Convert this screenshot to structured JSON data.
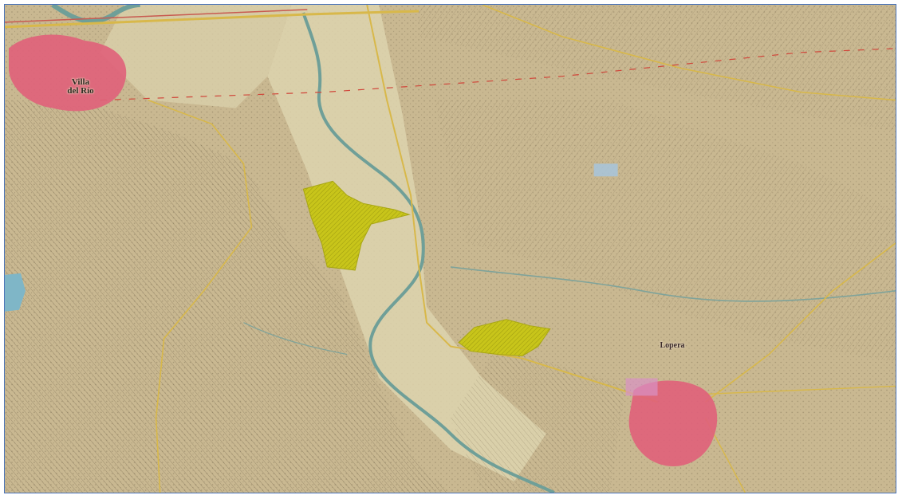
{
  "map": {
    "places": [
      {
        "id": "villa-del-rio",
        "line1": "Villa",
        "line2": "del Río"
      },
      {
        "id": "lopera",
        "name": "Lopera"
      }
    ],
    "colors": {
      "border": "#4a73b8",
      "terrain": "#c9b891",
      "urban": "#e0607a",
      "highlight": "#c8c51a",
      "river": "#7fa39a",
      "road": "#d8b84a",
      "rail": "#d0463a"
    }
  }
}
